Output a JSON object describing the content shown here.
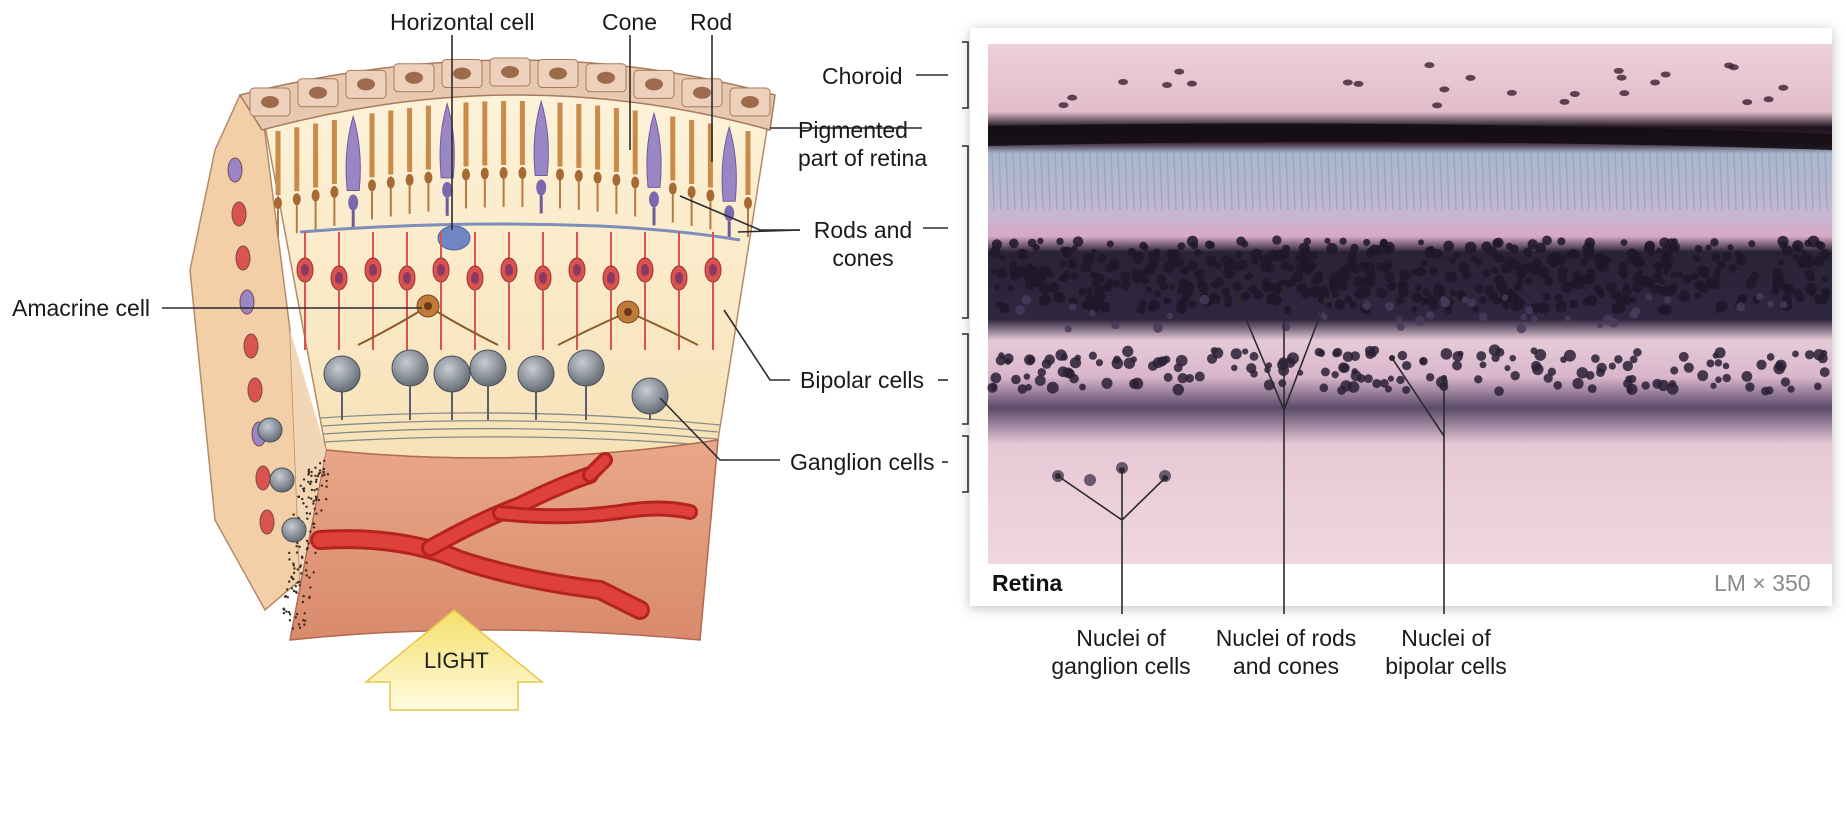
{
  "labels": {
    "horizontal_cell": "Horizontal cell",
    "cone": "Cone",
    "rod": "Rod",
    "amacrine_cell": "Amacrine cell",
    "choroid": "Choroid",
    "pigmented": [
      "Pigmented",
      "part of retina"
    ],
    "rods_and_cones": [
      "Rods and",
      "cones"
    ],
    "bipolar_cells": "Bipolar cells",
    "ganglion_cells": "Ganglion cells",
    "nuclei_ganglion": [
      "Nuclei of",
      "ganglion cells"
    ],
    "nuclei_rods": [
      "Nuclei of rods",
      "and cones"
    ],
    "nuclei_bipolar": [
      "Nuclei of",
      "bipolar cells"
    ]
  },
  "micrograph": {
    "caption": "Retina",
    "magnification": "LM × 350"
  },
  "arrow_text": "LIGHT",
  "colors": {
    "cone_purple": "#9a86c4",
    "rod_orange": "#c98a4a",
    "bipolar_red": "#d9534f",
    "ganglion_gray": "#6f7680",
    "vessel_red": "#d8322a",
    "tissue_cream": "#fbeccb",
    "light_arrow": "#f7e37a"
  }
}
